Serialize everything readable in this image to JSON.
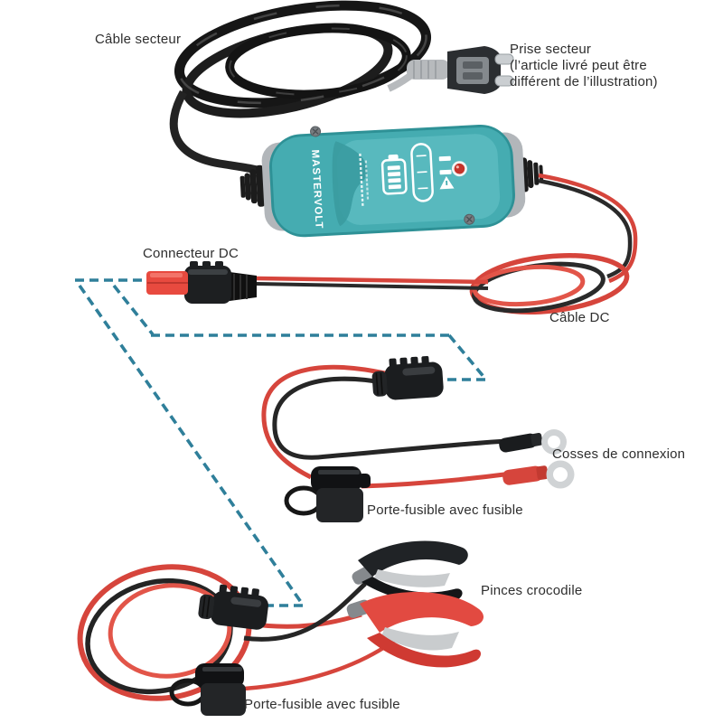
{
  "labels": {
    "cable_secteur": "Câble secteur",
    "prise_secteur": [
      "Prise secteur",
      "(l’article livré peut être",
      "différent de l’illustration)"
    ],
    "connecteur_dc": "Connecteur DC",
    "cable_dc": "Câble DC",
    "cosses_de_connexion": "Cosses de connexion",
    "porte_fusible_milieu": "Porte-fusible avec fusible",
    "pinces_crocodile": "Pinces crocodile",
    "porte_fusible_bas": "Porte-fusible avec fusible"
  },
  "device": {
    "brand": "MASTERVOLT"
  },
  "colors": {
    "background": "#ffffff",
    "dashed_line": "#2f7f9a",
    "device_teal": "#45acb1",
    "device_face": "#58b9be",
    "end_cap_gray": "#b2b6ba",
    "cable_red": "#d6453c",
    "cable_black": "#232323",
    "led_red": "#c5332a",
    "label_text": "#2e2e2e"
  },
  "icons": {
    "battery_level": "battery-icon",
    "charge_scale": "charge-scale-icon",
    "power_led": "led-indicator-icon",
    "warning": "warning-triangle-icon"
  }
}
